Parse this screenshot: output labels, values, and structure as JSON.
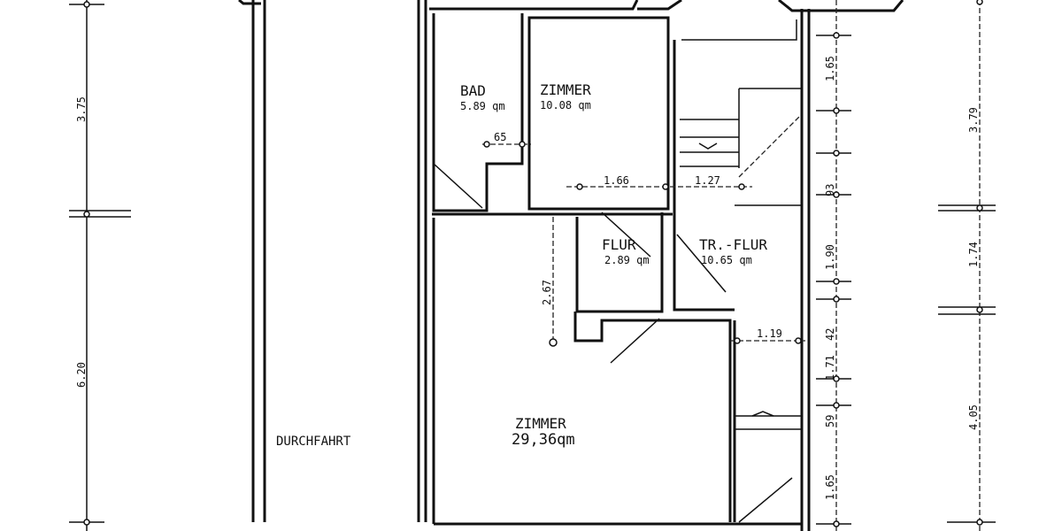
{
  "rooms": {
    "bad": {
      "name": "BAD",
      "area": "5.89 qm"
    },
    "zimmer_small": {
      "name": "ZIMMER",
      "area": "10.08 qm"
    },
    "flur": {
      "name": "FLUR",
      "area": "2.89 qm"
    },
    "tr_flur": {
      "name": "TR.-FLUR",
      "area": "10.65 qm"
    },
    "zimmer_large": {
      "name": "ZIMMER",
      "area": "29,36qm"
    },
    "durchfahrt": {
      "name": "DURCHFAHRT"
    }
  },
  "dimensions": {
    "left": [
      "3.75",
      "6.20"
    ],
    "right_outer": [
      "3.79",
      "1.74",
      "4.05"
    ],
    "right_inner": [
      "1.65",
      "93",
      "1.90",
      "42",
      "1.71",
      "59",
      "1.65"
    ],
    "interior": {
      "bad_niche": "65",
      "zimmer_width": "1.66",
      "stair_width": "1.27",
      "flur_height": "2.67",
      "corridor_width": "1.19"
    }
  }
}
